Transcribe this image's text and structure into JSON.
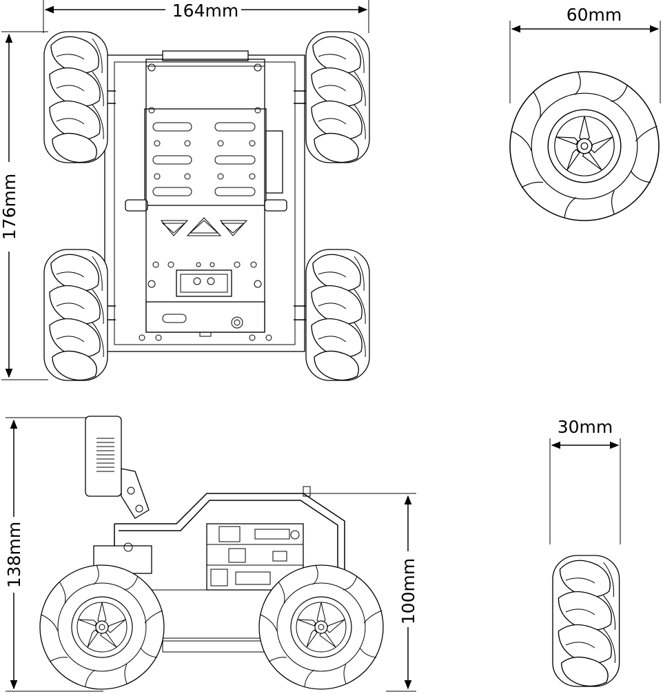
{
  "dimensions": {
    "top_width": "164mm",
    "top_length": "176mm",
    "wheel_diameter": "60mm",
    "wheel_width": "30mm",
    "side_height_total": "138mm",
    "side_height_body": "100mm"
  },
  "colors": {
    "line": "#000000",
    "background": "#ffffff"
  }
}
